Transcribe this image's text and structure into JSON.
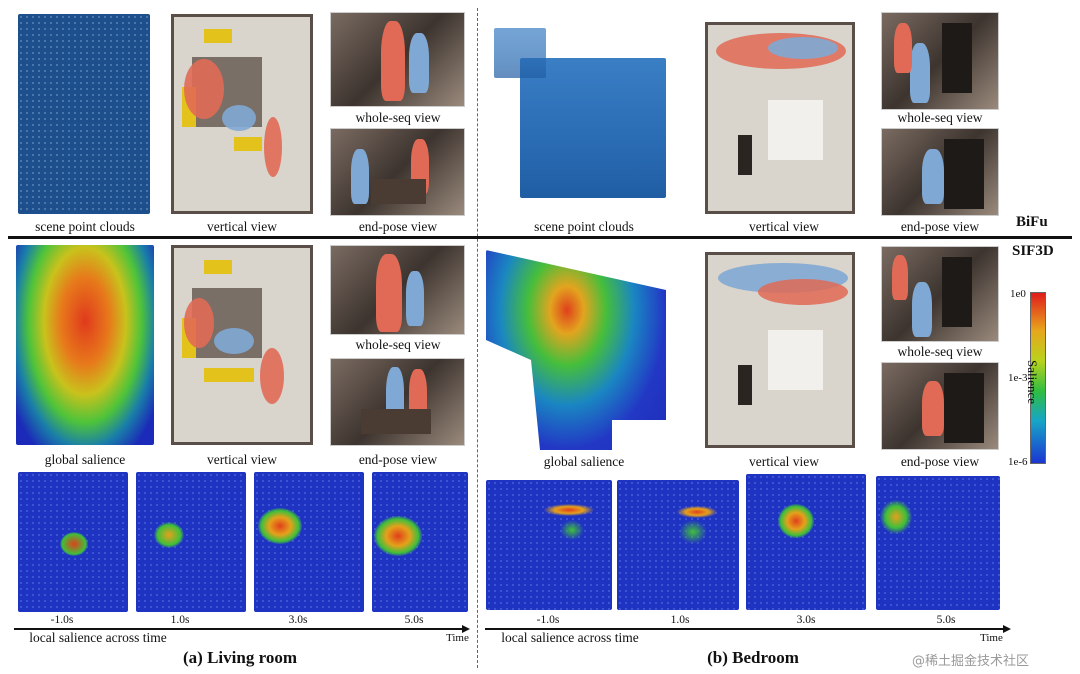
{
  "methods": {
    "top": "BiFu",
    "bottom": "SIF3D"
  },
  "living": {
    "caption": "(a) Living room",
    "labels": {
      "scene_point_clouds": "scene point clouds",
      "vertical_view": "vertical view",
      "whole_seq_view": "whole-seq view",
      "end_pose_view": "end-pose view",
      "global_salience": "global salience"
    },
    "time_labels": [
      "-1.0s",
      "1.0s",
      "3.0s",
      "5.0s"
    ],
    "local_salience": "local salience across time",
    "time_axis": "Time"
  },
  "bedroom": {
    "caption": "(b) Bedroom",
    "labels": {
      "scene_point_clouds": "scene point clouds",
      "vertical_view": "vertical view",
      "whole_seq_view": "whole-seq view",
      "end_pose_view": "end-pose view",
      "global_salience": "global salience"
    },
    "time_labels": [
      "-1.0s",
      "1.0s",
      "3.0s",
      "5.0s"
    ],
    "local_salience": "local salience across time",
    "time_axis": "Time"
  },
  "colorbar": {
    "title": "Salience",
    "ticks": [
      "1e0",
      "1e-3",
      "1e-6"
    ],
    "colors": [
      "#e01c1c",
      "#e7a51c",
      "#2fbd42",
      "#1b36d1"
    ]
  },
  "watermark": "@稀土掘金技术社区"
}
